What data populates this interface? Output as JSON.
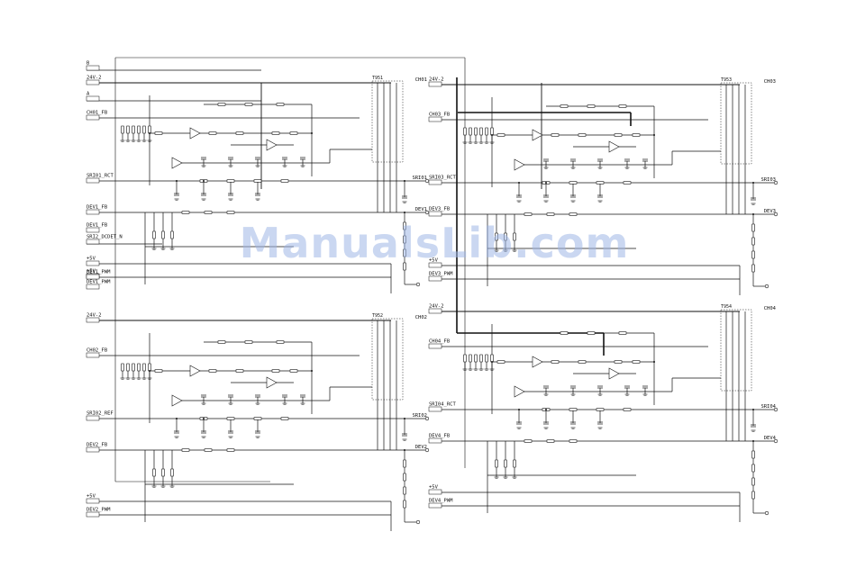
{
  "watermark": "ManualsLib.com",
  "left_channel_upper": {
    "signals": [
      "B",
      "24V-2",
      "A",
      "CH01_FB",
      "SRI01_RCT",
      "DEV1_FB",
      "SRI2_DCDET_N",
      "+5V",
      "DEV1_PWM"
    ],
    "outputs": [
      "CH01",
      "SRI01",
      "DEV1"
    ],
    "transformer": "T951"
  },
  "left_channel_lower": {
    "signals": [
      "24V-2",
      "CH02_FB",
      "SRI02_REF",
      "DEV2_FB",
      "+5V",
      "DEV2_PWM"
    ],
    "outputs": [
      "CH02",
      "SRI02",
      "DEV2"
    ],
    "transformer": "T952"
  },
  "right_channel_upper": {
    "signals": [
      "24V-2",
      "CH03_FB",
      "SRI03_RCT",
      "DEV3_FB",
      "+5V",
      "DEV3_PWM"
    ],
    "outputs": [
      "CH03",
      "SRI03",
      "DEV3"
    ],
    "transformer": "T953"
  },
  "right_channel_lower": {
    "signals": [
      "24V-2",
      "CH04_FB",
      "SRI04_RCT",
      "DEV4_FB",
      "+5V",
      "DEV4_PWM"
    ],
    "outputs": [
      "CH04",
      "SRI04",
      "DEV4"
    ],
    "transformer": "T954"
  }
}
